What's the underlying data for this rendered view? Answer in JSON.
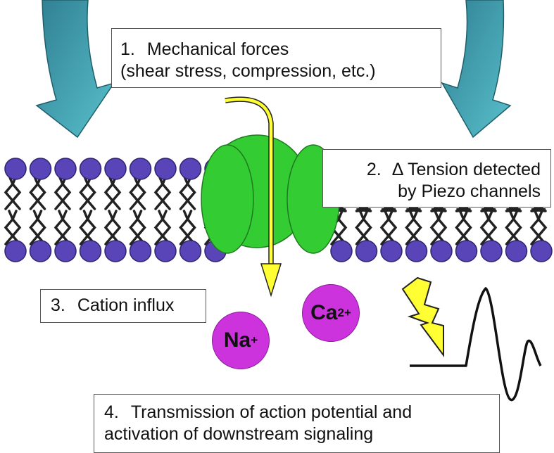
{
  "steps": {
    "step1": {
      "num": "1.",
      "line1": "Mechanical forces",
      "line2": "(shear stress, compression, etc.)"
    },
    "step2": {
      "num": "2.",
      "line1": "Δ Tension detected",
      "line2": "by Piezo channels"
    },
    "step3": {
      "num": "3.",
      "line1": "Cation influx"
    },
    "step4": {
      "num": "4.",
      "line1": "Transmission of action potential and",
      "line2": "activation of downstream signaling"
    }
  },
  "ions": {
    "sodium": {
      "symbol": "Na",
      "charge": "+"
    },
    "calcium": {
      "symbol": "Ca",
      "charge": "2+"
    }
  },
  "colors": {
    "lipid_head": "#5a45b8",
    "piezo_channel": "#33cc33",
    "force_arrow": "#3f9fae",
    "flux_arrow": "#ffff33",
    "ion": "#cc33dd",
    "lightning": "#ffff33"
  }
}
